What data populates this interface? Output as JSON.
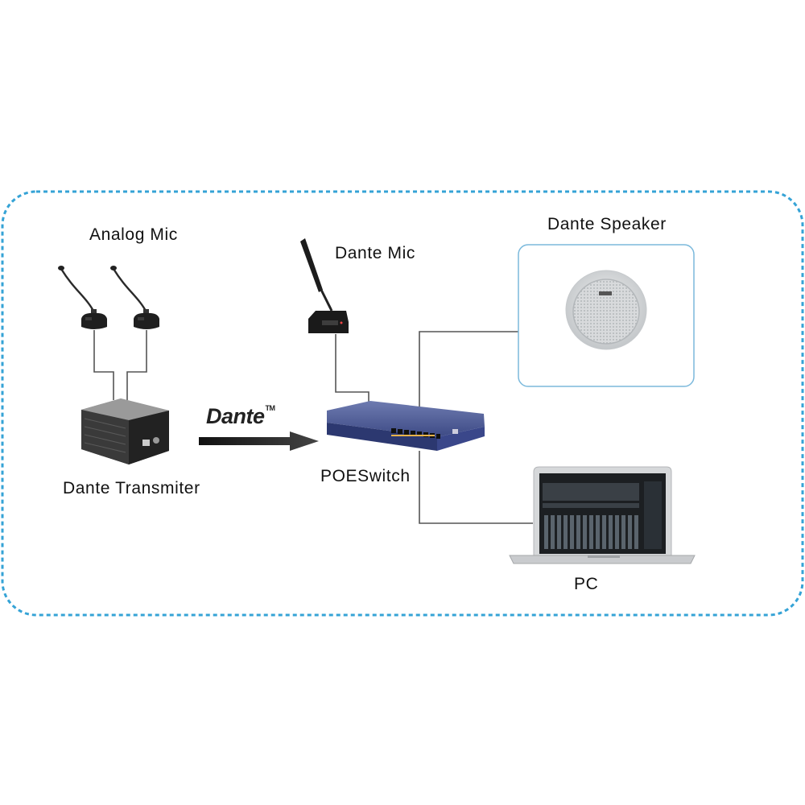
{
  "labels": {
    "analog_mic": "Analog Mic",
    "dante_mic": "Dante Mic",
    "dante_speaker": "Dante Speaker",
    "dante_transmitter": "Dante Transmiter",
    "poe_switch": "POESwitch",
    "pc": "PC"
  },
  "logo": {
    "text": "Dante",
    "trademark": "TM"
  },
  "colors": {
    "frame_dash": "#35a3d6",
    "switch_body": "#3c4a86",
    "wire": "#555555",
    "arrow": "#222222"
  }
}
